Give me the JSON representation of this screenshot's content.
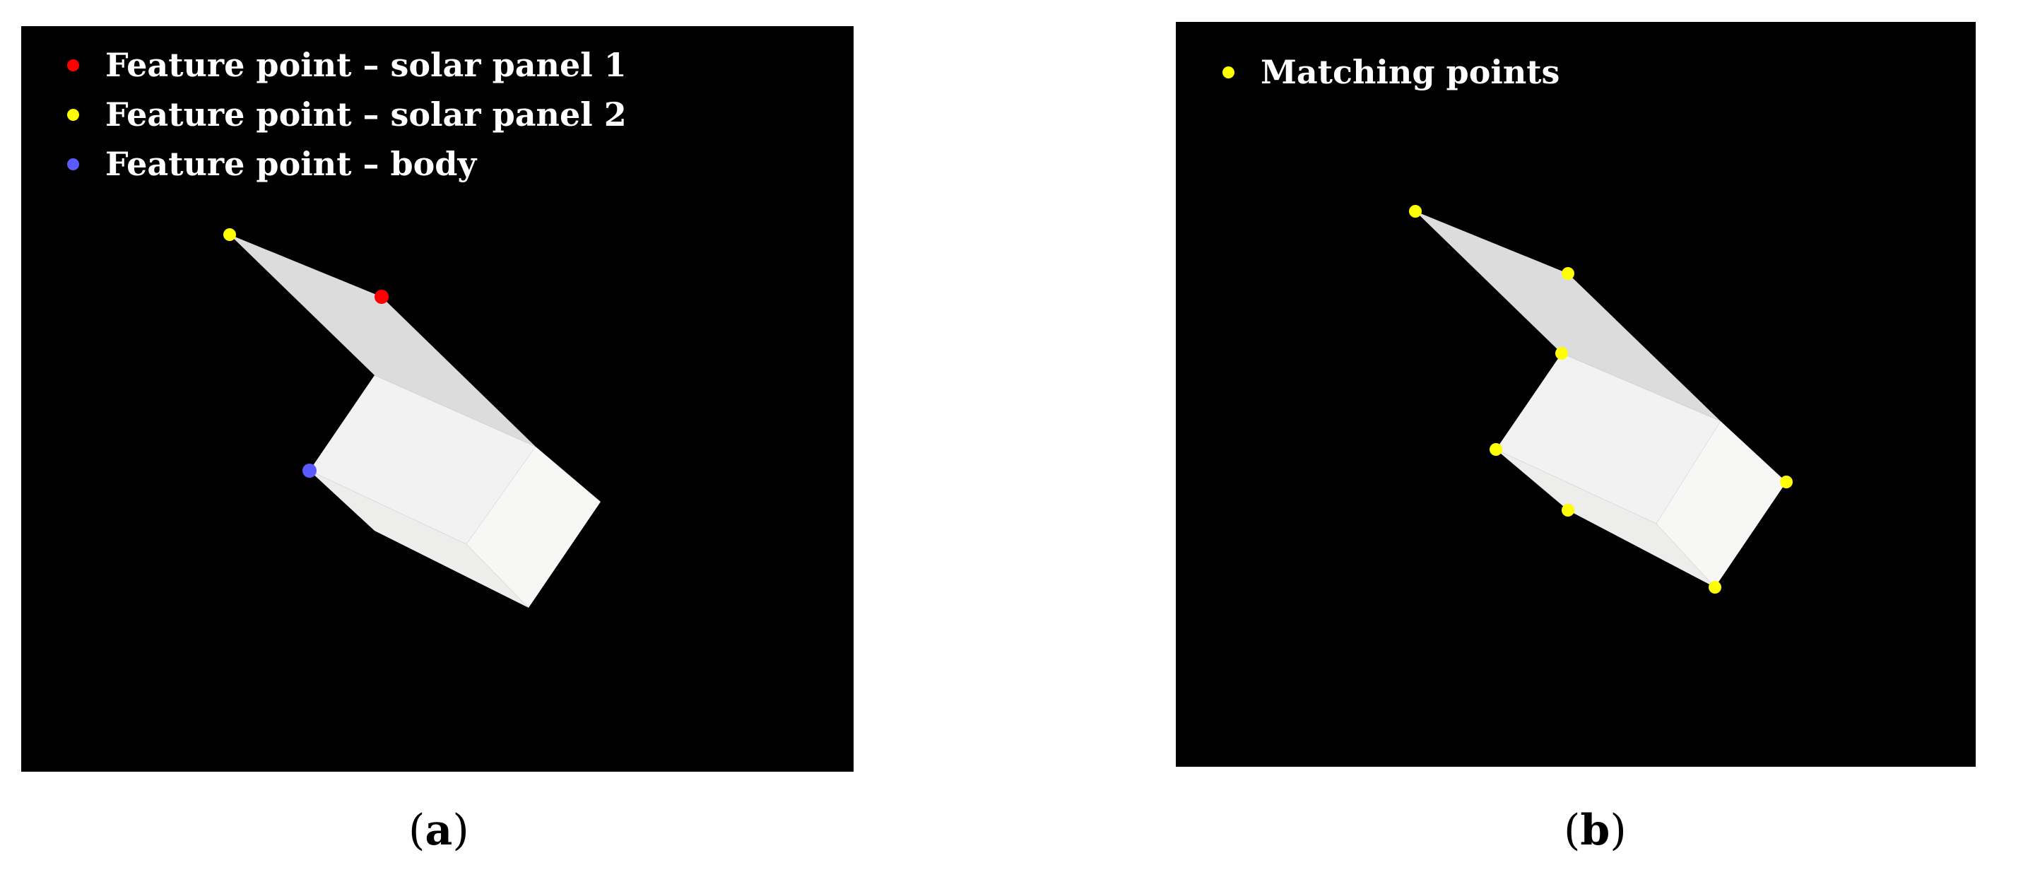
{
  "panel_a": {
    "legend": [
      {
        "label": "Feature point – solar panel 1",
        "color": "#ff0000"
      },
      {
        "label": "Feature point – solar panel 2",
        "color": "#ffff00"
      },
      {
        "label": "Feature point – body",
        "color": "#5a5aff"
      }
    ],
    "caption": {
      "open": "(",
      "letter": "a",
      "close": ")"
    }
  },
  "panel_b": {
    "legend": [
      {
        "label": "Matching points",
        "color": "#ffff00"
      }
    ],
    "caption": {
      "open": "(",
      "letter": "b",
      "close": ")"
    }
  },
  "colors": {
    "background": "#000000",
    "panel_surface": "#dcdcdc",
    "body_front": "#f2f3f2",
    "body_side": "#f7f7f6",
    "point_red": "#ff0000",
    "point_yellow": "#ffff00",
    "point_blue": "#5a5aff"
  }
}
